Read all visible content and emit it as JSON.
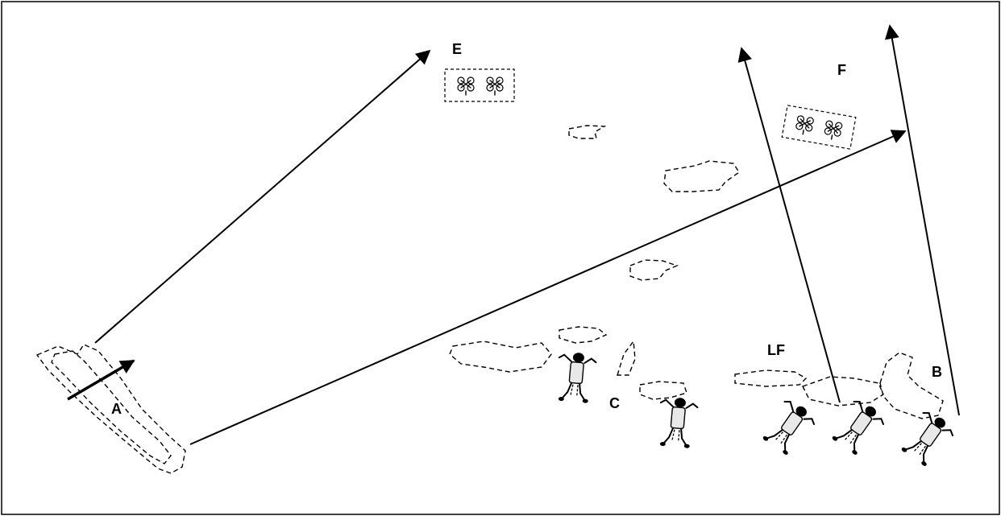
{
  "labels": {
    "a": "A",
    "b": "B",
    "c": "C",
    "e": "E",
    "f": "F",
    "lf": "LF"
  }
}
